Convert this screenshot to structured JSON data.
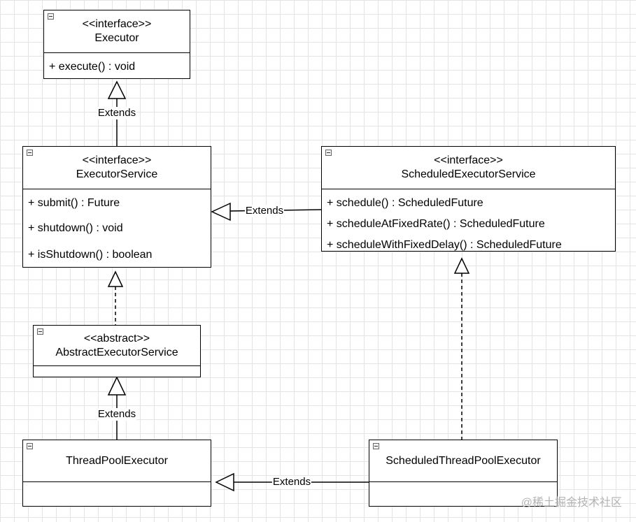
{
  "classes": {
    "executor": {
      "stereotype": "<<interface>>",
      "name": "Executor",
      "methods": [
        "+ execute() : void"
      ]
    },
    "executor_service": {
      "stereotype": "<<interface>>",
      "name": "ExecutorService",
      "methods": [
        "+ submit() : Future",
        "+ shutdown() : void",
        "+ isShutdown() : boolean"
      ]
    },
    "scheduled_executor_service": {
      "stereotype": "<<interface>>",
      "name": "ScheduledExecutorService",
      "methods": [
        "+ schedule() : ScheduledFuture",
        "+ scheduleAtFixedRate() : ScheduledFuture",
        "+ scheduleWithFixedDelay() : ScheduledFuture"
      ]
    },
    "abstract_executor_service": {
      "stereotype": "<<abstract>>",
      "name": "AbstractExecutorService",
      "methods": []
    },
    "thread_pool_executor": {
      "name": "ThreadPoolExecutor",
      "methods": []
    },
    "scheduled_thread_pool_executor": {
      "name": "ScheduledThreadPoolExecutor",
      "methods": []
    }
  },
  "relations": [
    {
      "from": "ExecutorService",
      "to": "Executor",
      "label": "Extends",
      "style": "solid"
    },
    {
      "from": "ScheduledExecutorService",
      "to": "ExecutorService",
      "label": "Extends",
      "style": "solid"
    },
    {
      "from": "AbstractExecutorService",
      "to": "ExecutorService",
      "label": "",
      "style": "dashed"
    },
    {
      "from": "ThreadPoolExecutor",
      "to": "AbstractExecutorService",
      "label": "Extends",
      "style": "solid"
    },
    {
      "from": "ScheduledThreadPoolExecutor",
      "to": "ThreadPoolExecutor",
      "label": "Extends",
      "style": "solid"
    },
    {
      "from": "ScheduledThreadPoolExecutor",
      "to": "ScheduledExecutorService",
      "label": "",
      "style": "dashed"
    }
  ],
  "watermark": "@稀土掘金技术社区"
}
